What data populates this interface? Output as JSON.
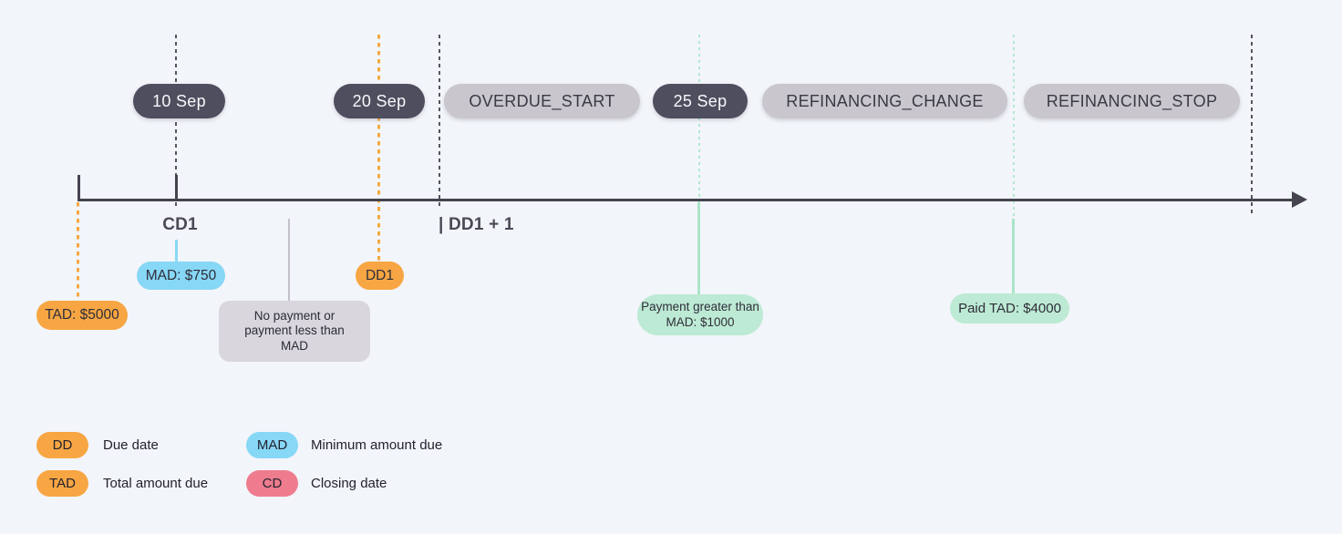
{
  "palette": {
    "background": "#f2f5fa",
    "axis": "#45444f",
    "dark_pill": "#4f4e5f",
    "gray_pill": "#c9c7cd",
    "orange": "#f7a643",
    "blue": "#87d7f6",
    "mint": "#bdead4",
    "pink": "#ee7c8e",
    "note_box": "#d9d6de",
    "dash_dark": "#55545f",
    "dash_orange": "#f6a83e",
    "teal_line": "#aae5c9"
  },
  "events": {
    "sep10": "10 Sep",
    "sep20": "20 Sep",
    "overdue_start": "OVERDUE_START",
    "sep25": "25 Sep",
    "refinancing_change": "REFINANCING_CHANGE",
    "refinancing_stop": "REFINANCING_STOP"
  },
  "axis": {
    "cd1": "CD1",
    "dd1_plus_1": "| DD1 + 1"
  },
  "annotations": {
    "tad": "TAD: $5000",
    "mad": "MAD: $750",
    "dd1": "DD1",
    "no_payment": "No payment or payment less than MAD",
    "payment_greater": "Payment greater than MAD: $1000",
    "paid_tad": "Paid TAD: $4000"
  },
  "legend": {
    "items": [
      {
        "abbr": "DD",
        "label": "Due date"
      },
      {
        "abbr": "TAD",
        "label": "Total amount due"
      },
      {
        "abbr": "MAD",
        "label": "Minimum amount due"
      },
      {
        "abbr": "CD",
        "label": "Closing date"
      }
    ]
  }
}
